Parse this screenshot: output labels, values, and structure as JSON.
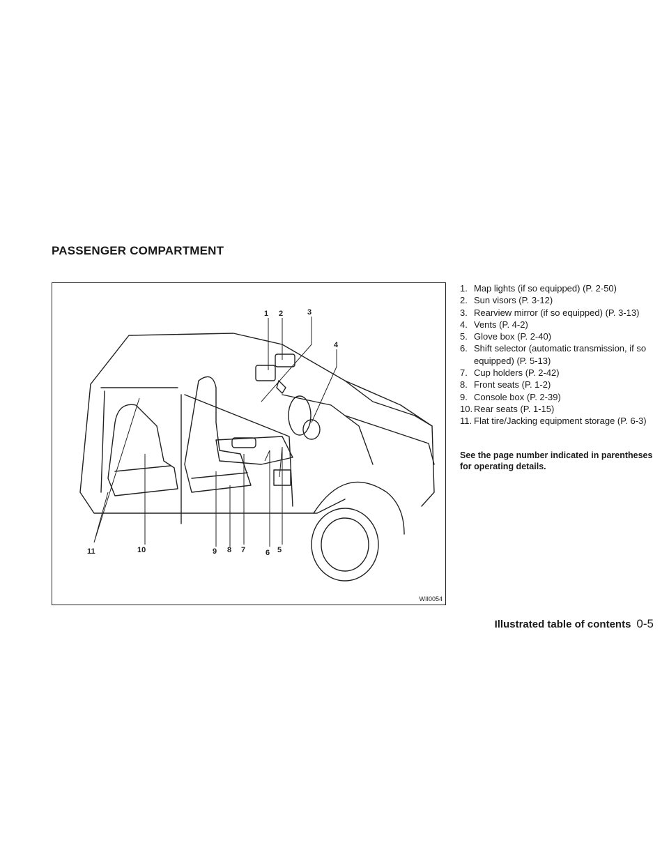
{
  "section_heading": "PASSENGER COMPARTMENT",
  "figure": {
    "code": "WII0054",
    "callouts": [
      "1",
      "2",
      "3",
      "4",
      "5",
      "6",
      "7",
      "8",
      "9",
      "10",
      "11"
    ]
  },
  "items": [
    {
      "num": "1.",
      "text": "Map lights (if so equipped) (P. 2-50)"
    },
    {
      "num": "2.",
      "text": "Sun visors (P. 3-12)"
    },
    {
      "num": "3.",
      "text": "Rearview mirror (if so equipped) (P. 3-13)"
    },
    {
      "num": "4.",
      "text": "Vents (P. 4-2)"
    },
    {
      "num": "5.",
      "text": "Glove box (P. 2-40)"
    },
    {
      "num": "6.",
      "text": "Shift selector (automatic transmission, if so equipped) (P. 5-13)"
    },
    {
      "num": "7.",
      "text": "Cup holders (P. 2-42)"
    },
    {
      "num": "8.",
      "text": "Front seats (P. 1-2)"
    },
    {
      "num": "9.",
      "text": "Console box (P. 2-39)"
    },
    {
      "num": "10.",
      "text": "Rear seats (P. 1-15)"
    },
    {
      "num": "11.",
      "text": "Flat tire/Jacking equipment storage (P. 6-3)"
    }
  ],
  "note": "See the page number indicated in parentheses for operating details.",
  "footer": {
    "title": "Illustrated table of contents",
    "page": "0-5"
  }
}
